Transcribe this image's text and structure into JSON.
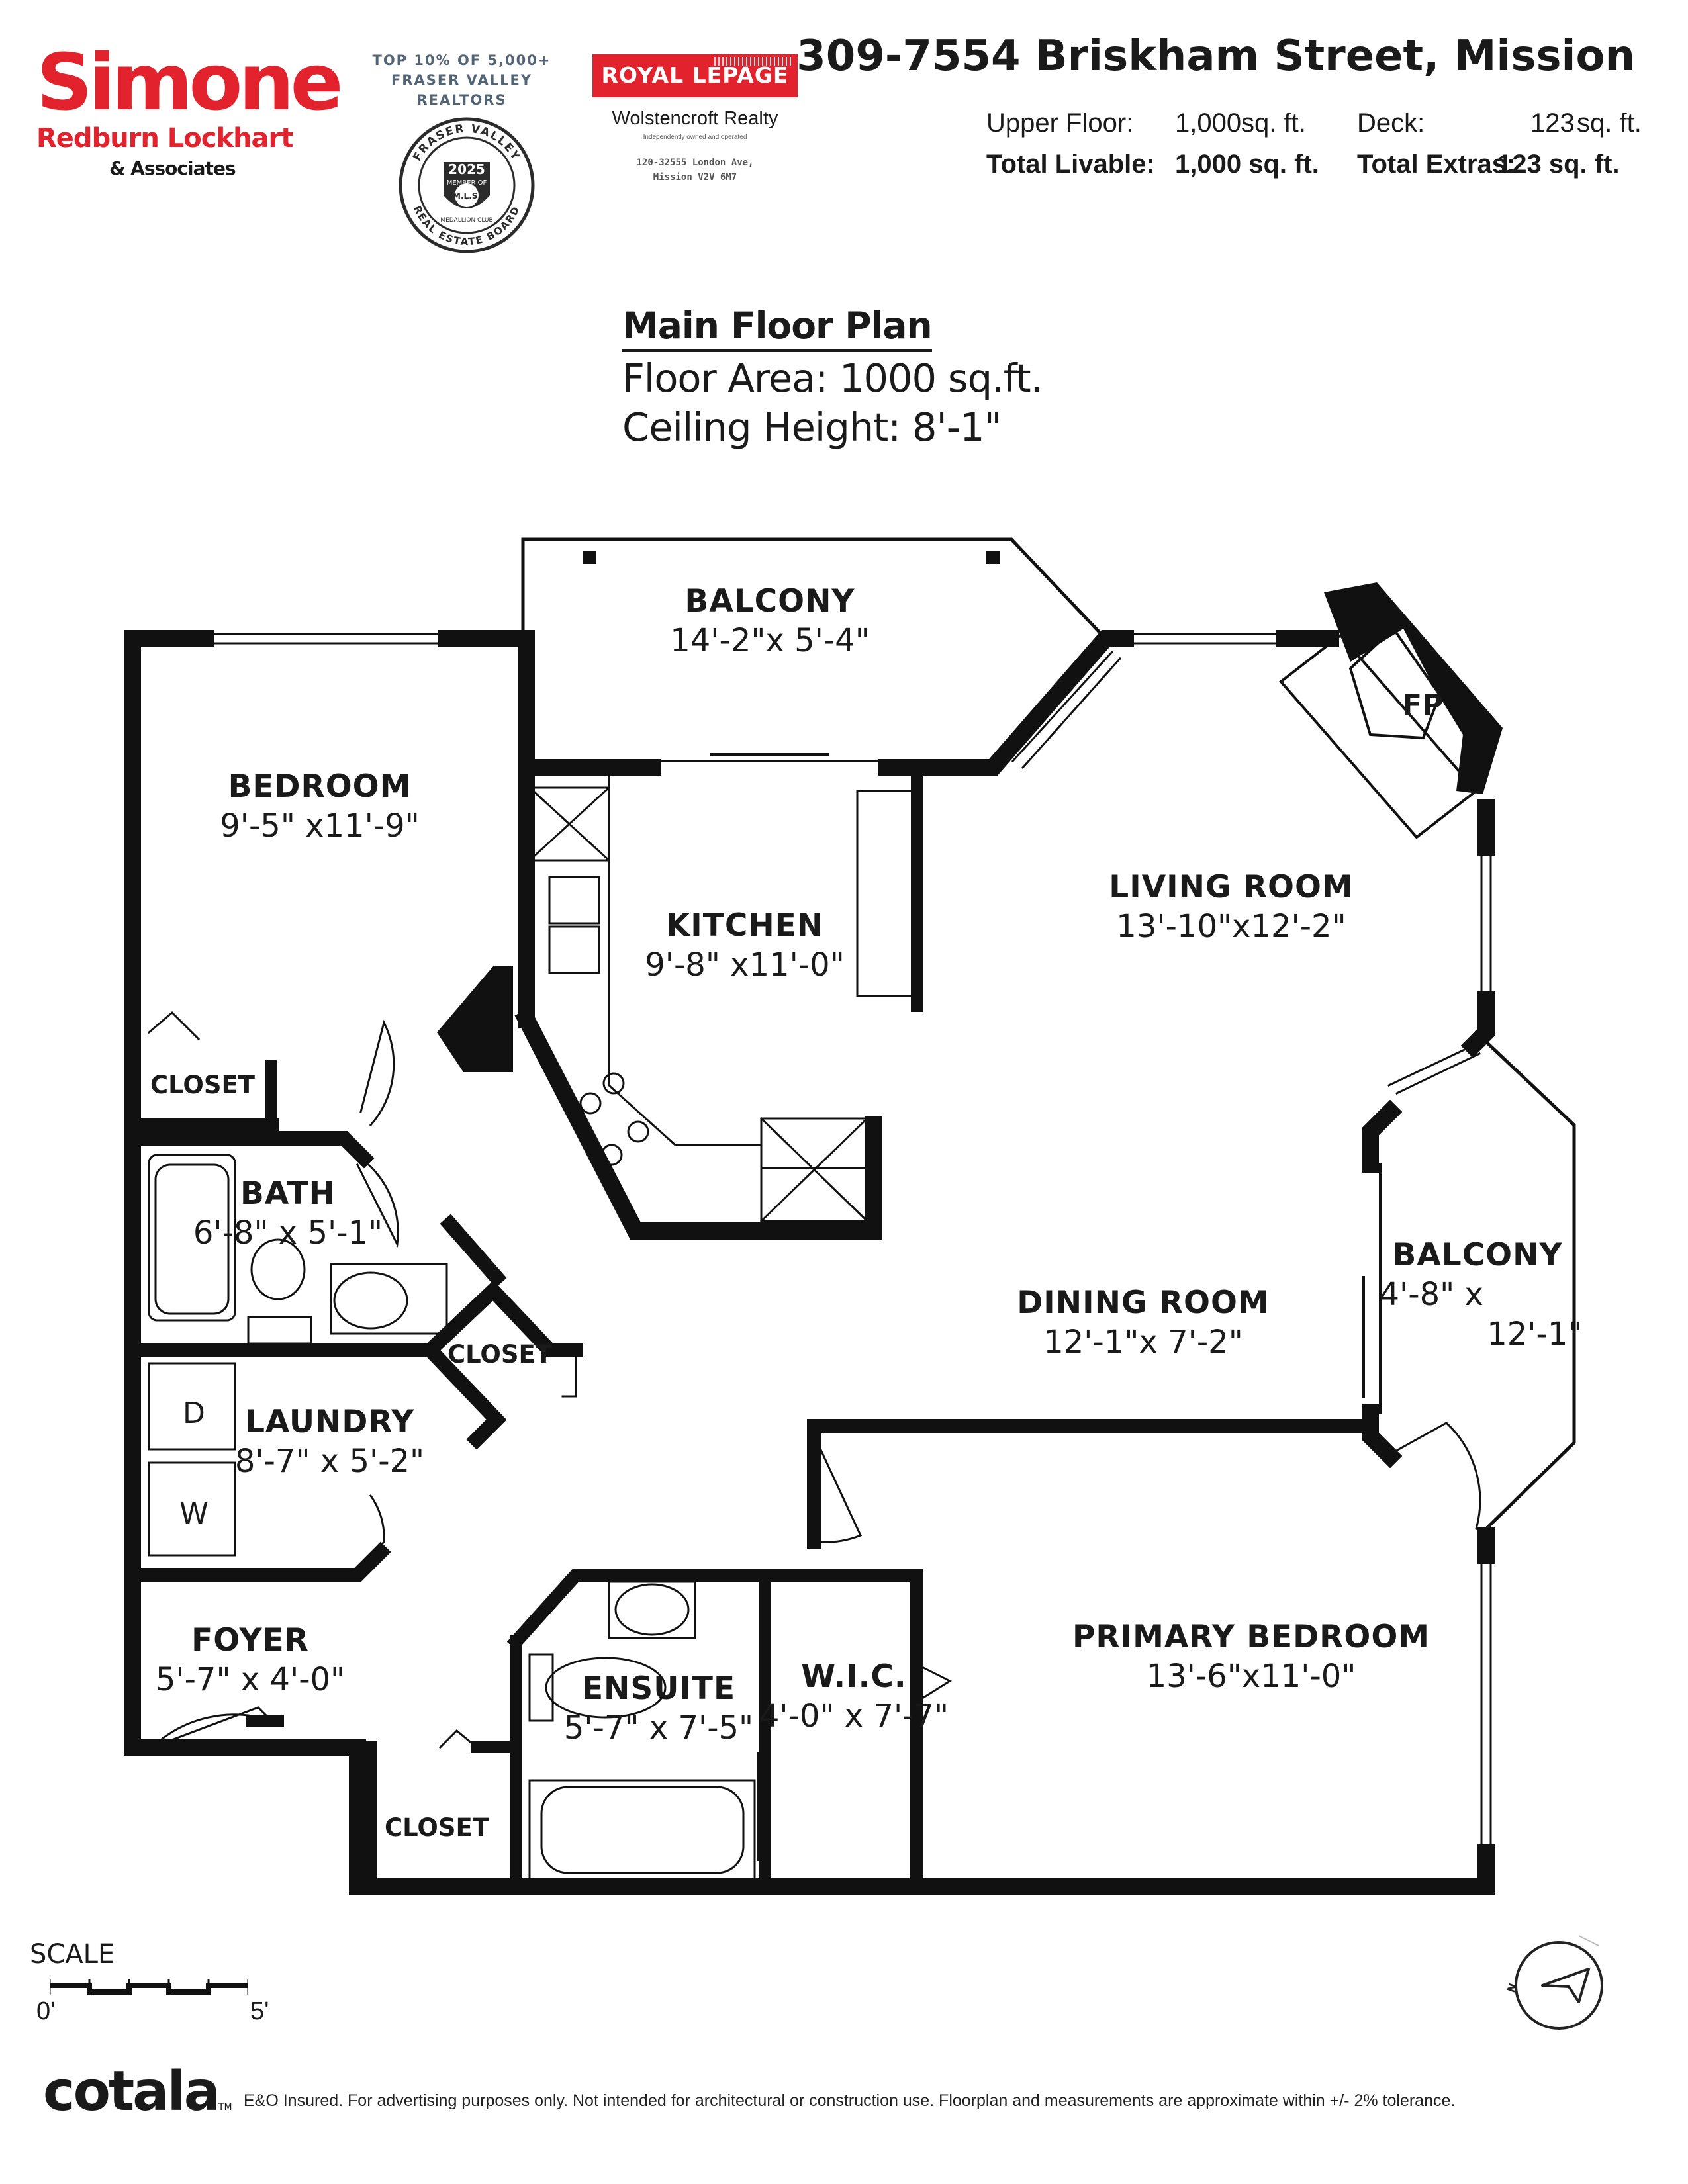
{
  "header": {
    "simone_logo": {
      "brand": "Simone",
      "line2": "Redburn Lockhart",
      "line3": "& Associates"
    },
    "fraser_valley_badge": {
      "line1": "TOP 10% OF 5,000+",
      "line2": "FRASER VALLEY REALTORS",
      "seal_text_top": "FRASER VALLEY",
      "seal_year": "2025",
      "seal_center": "M.L.S.",
      "seal_small": "MEDALLION CLUB",
      "seal_member": "MEMBER OF",
      "seal_bottom": "REAL ESTATE BOARD"
    },
    "royal_lepage": {
      "brand": "ROYAL LEPAGE",
      "office": "Wolstencroft Realty",
      "tagline": "Independently owned and operated",
      "address_line1": "120-32555 London Ave,",
      "address_line2": "Mission V2V 6M7"
    },
    "property_address": "309-7554 Briskham Street, Mission",
    "areas": {
      "upper_floor_label": "Upper Floor:",
      "upper_floor_value": "1,000",
      "upper_floor_unit": "sq. ft.",
      "deck_label": "Deck:",
      "deck_value": "123",
      "deck_unit": "sq. ft.",
      "total_livable_label": "Total Livable:",
      "total_livable_value": "1,000 sq. ft.",
      "total_extras_label": "Total Extras:",
      "total_extras_value": "123 sq. ft."
    }
  },
  "plan": {
    "title": "Main Floor Plan",
    "floor_area": "Floor Area: 1000 sq.ft.",
    "ceiling_height": "Ceiling Height: 8'-1\"",
    "rooms": {
      "balcony_top": {
        "name": "BALCONY",
        "dims": "14'-2\"x  5'-4\""
      },
      "bedroom": {
        "name": "BEDROOM",
        "dims": "9'-5\" x11'-9\""
      },
      "kitchen": {
        "name": "KITCHEN",
        "dims": "9'-8\" x11'-0\""
      },
      "living_room": {
        "name": "LIVING ROOM",
        "dims": "13'-10\"x12'-2\""
      },
      "bath": {
        "name": "BATH",
        "dims": "6'-8\"  x  5'-1\""
      },
      "dining_room": {
        "name": "DINING ROOM",
        "dims": "12'-1\"x  7'-2\""
      },
      "balcony_right": {
        "name": "BALCONY",
        "dims_line1": "4'-8\" x",
        "dims_line2": "12'-1\""
      },
      "laundry": {
        "name": "LAUNDRY",
        "dims": "8'-7\"  x  5'-2\""
      },
      "foyer": {
        "name": "FOYER",
        "dims": "5'-7\" x  4'-0\""
      },
      "ensuite": {
        "name": "ENSUITE",
        "dims": "5'-7\" x  7'-5\""
      },
      "wic": {
        "name": "W.I.C.",
        "dims": "4'-0\" x  7'-7\""
      },
      "primary_bedroom": {
        "name": "PRIMARY BEDROOM",
        "dims": "13'-6\"x11'-0\""
      }
    },
    "closets": {
      "bedroom_closet": "CLOSET",
      "hall_closet": "CLOSET",
      "foyer_closet": "CLOSET"
    },
    "appliances": {
      "dryer": "D",
      "washer": "W"
    },
    "fireplace": "FP"
  },
  "footer": {
    "scale_label": "SCALE",
    "scale_start": "0'",
    "scale_end": "5'",
    "compass_letter": "N",
    "brand": "cotala",
    "brand_tm": "TM",
    "disclaimer": "E&O Insured. For advertising purposes only. Not intended for architectural or construction use. Floorplan and measurements are approximate within +/- 2% tolerance."
  },
  "colors": {
    "brand_red": "#e2222c",
    "badge_gray": "#536575",
    "wall": "#111111",
    "text": "#1a1a1a"
  }
}
